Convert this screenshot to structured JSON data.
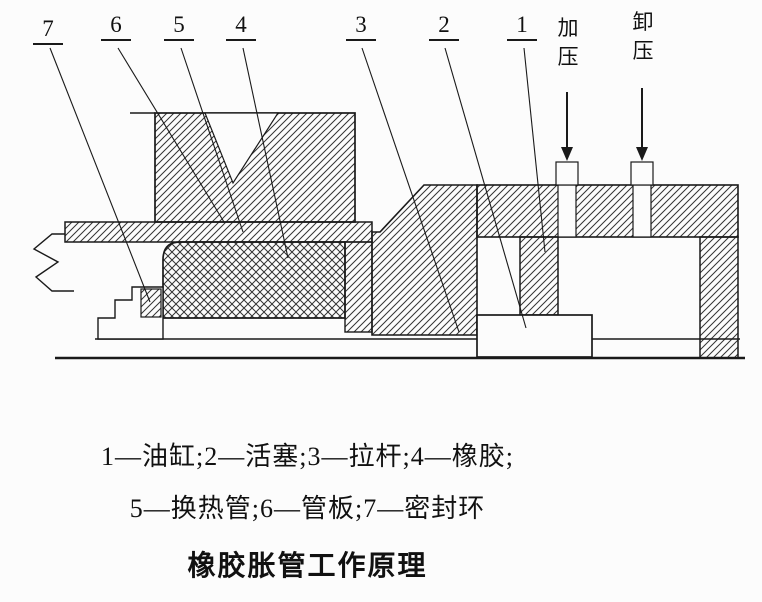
{
  "figure": {
    "callouts": [
      "7",
      "6",
      "5",
      "4",
      "3",
      "2",
      "1"
    ],
    "pressurize_label": "加\n压",
    "depressurize_label": "卸\n压",
    "caption_line1": "1—油缸;2—活塞;3—拉杆;4—橡胶;",
    "caption_line2": "5—换热管;6—管板;7—密封环",
    "title": "橡胶胀管工作原理",
    "colors": {
      "ink": "#1a1a1a",
      "paper": "#fcfcfc"
    }
  }
}
